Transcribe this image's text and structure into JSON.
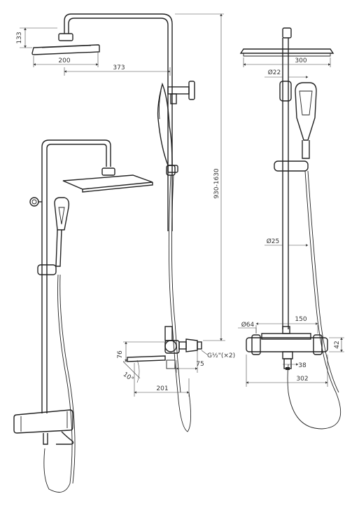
{
  "dimensions": {
    "head_height": "133",
    "head_width_side": "200",
    "arm_reach": "373",
    "head_width_front": "300",
    "rail_top_diameter": "Ø22",
    "rail_diameter": "Ø25",
    "height_range": "930-1630",
    "mixer_body_diameter": "Ø64",
    "inlet_centers": "150",
    "mixer_height": "42",
    "outlet_diameter": "38",
    "mixer_width": "302",
    "spout_height": "76",
    "spout_depth": "75",
    "spout_angle": "10°",
    "spout_reach": "201",
    "inlet_thread": "G½\"(×2)"
  },
  "colors": {
    "line": "#222222",
    "dimension": "#444444",
    "background": "#ffffff"
  }
}
